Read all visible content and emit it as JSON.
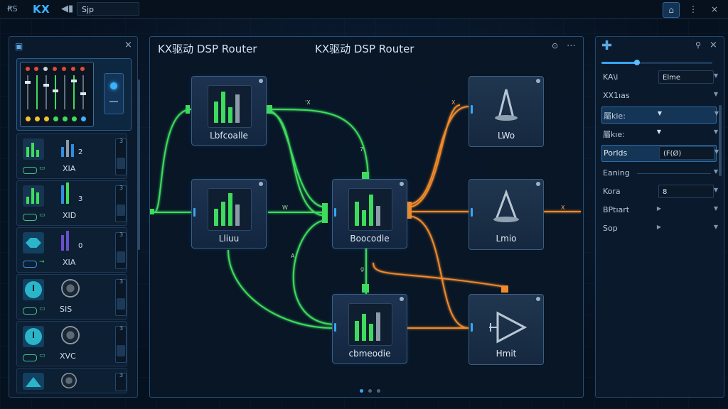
{
  "titlebar": {
    "app_code": "ꞦS",
    "logo": "KX",
    "search_value": "Sjp",
    "nav_icon": "sidebar-toggle-icon",
    "home_icon": "home-icon"
  },
  "left_panel": {
    "close": "×",
    "strips": [
      {
        "label": "XIA",
        "value": "2",
        "side": "3"
      },
      {
        "label": "XID",
        "value": "3",
        "side": "3"
      },
      {
        "label": "XIA",
        "value": "0",
        "side": "3"
      },
      {
        "label": "SIS",
        "value": "",
        "side": "3"
      },
      {
        "label": "XVC",
        "value": "",
        "side": "3"
      },
      {
        "label": "",
        "value": "",
        "side": "3"
      }
    ]
  },
  "center": {
    "title_left": "KX驱动 DSP Router",
    "title_center": "KX驱动 DSP Router",
    "nodes": {
      "n1": "Lbfcoalle",
      "n2": "Lliuu",
      "n3": "Boocodle",
      "n4": "cbmeodie",
      "d1": "LWo",
      "d2": "Lmio",
      "d3": "Hmit"
    },
    "wire_labels": {
      "w1": "'X",
      "w2": "7",
      "w3": "W",
      "w4": "A",
      "w5": "g",
      "w6": "X",
      "w7": "X"
    },
    "accent_green": "#3ddc5c",
    "accent_orange": "#f08a2c"
  },
  "right_panel": {
    "close": "×",
    "rows": [
      {
        "label": "KA\\i",
        "value": "Elme"
      },
      {
        "label": "XX1ıas",
        "value": ""
      },
      {
        "label": "屬kie:",
        "value": ""
      },
      {
        "label": "屬kıe:",
        "value": ""
      },
      {
        "label": "Porlds",
        "value": "(F(Ø)"
      },
      {
        "label": "Eaning",
        "value": ""
      },
      {
        "label": "Kora",
        "value": "8"
      },
      {
        "label": "BPtıart",
        "value": ""
      },
      {
        "label": "Sop",
        "value": ""
      }
    ],
    "slider_level": 0.32
  }
}
